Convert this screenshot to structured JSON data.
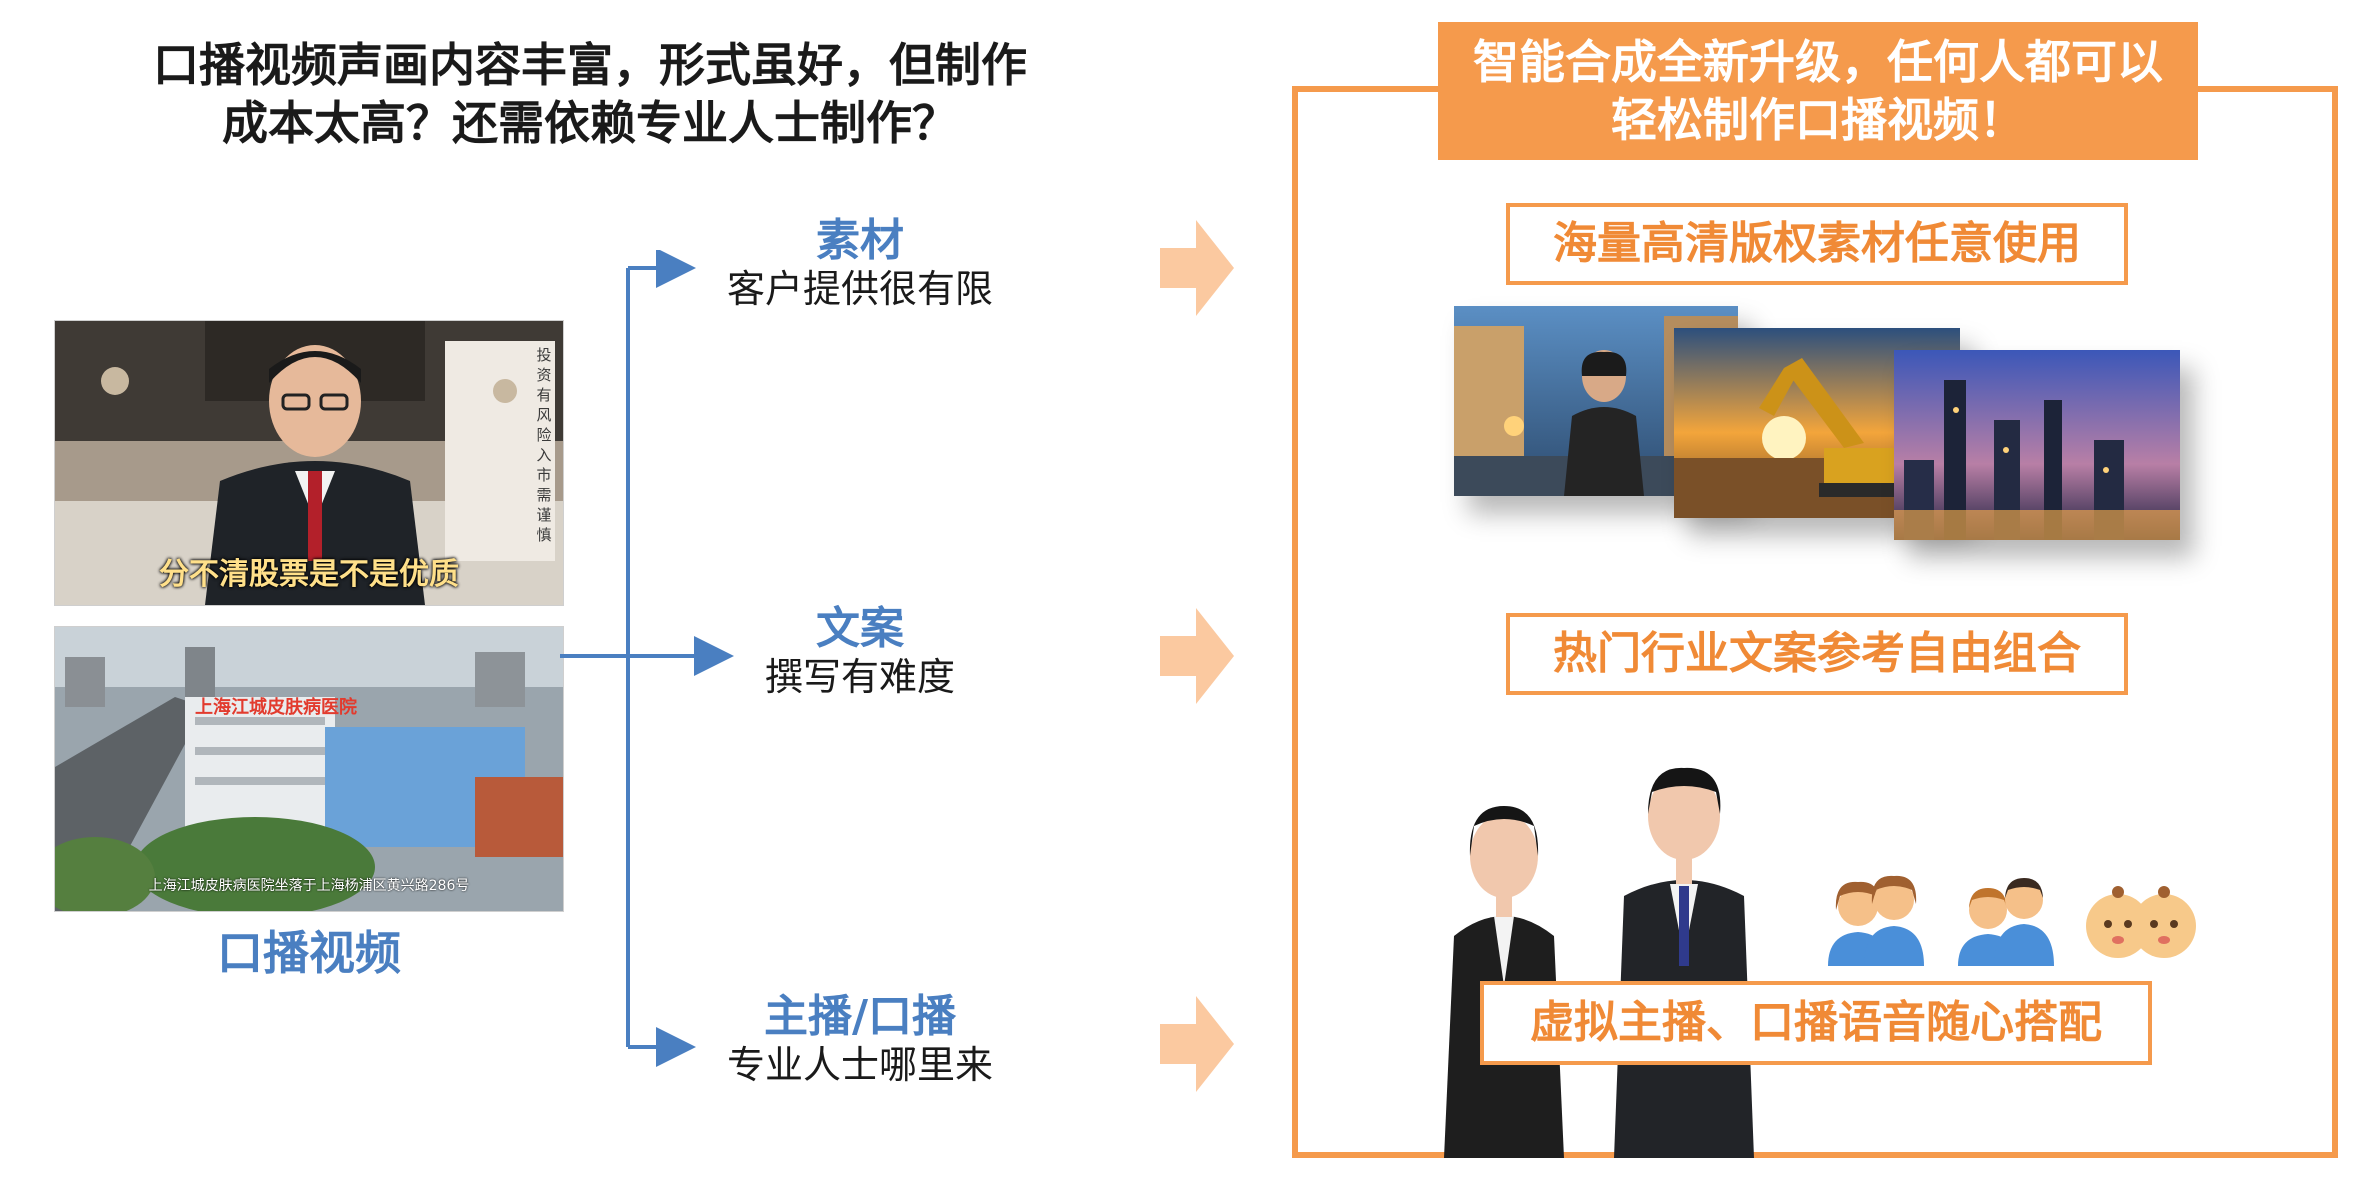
{
  "headline": {
    "line1": "口播视频声画内容丰富，形式虽好，但制作",
    "line2": "成本太高？还需依赖专业人士制作？"
  },
  "left": {
    "video1_subtitle": "分不清股票是不是优质",
    "video1_side_text": "投资有风险 入市需谨慎",
    "video2_sign": "上海江城皮肤病医院",
    "video2_subtitle": "上海江城皮肤病医院坐落于上海杨浦区黄兴路286号",
    "caption": "口播视频"
  },
  "branches": [
    {
      "title": "素材",
      "desc": "客户提供很有限"
    },
    {
      "title": "文案",
      "desc": "撰写有难度"
    },
    {
      "title": "主播/口播",
      "desc": "专业人士哪里来"
    }
  ],
  "right": {
    "banner_line1": "智能合成全新升级，任何人都可以",
    "banner_line2": "轻松制作口播视频！",
    "feature1": "海量高清版权素材任意使用",
    "feature2": "热门行业文案参考自由组合",
    "feature3": "虚拟主播、口播语音随心搭配"
  },
  "icons": [
    "woman-avatar-pair-icon",
    "man-avatar-pair-icon",
    "baby-avatar-pair-icon"
  ],
  "colors": {
    "accent_orange": "#f59a4c",
    "accent_blue": "#4a7fc1",
    "chevron": "#fbc9a0"
  }
}
